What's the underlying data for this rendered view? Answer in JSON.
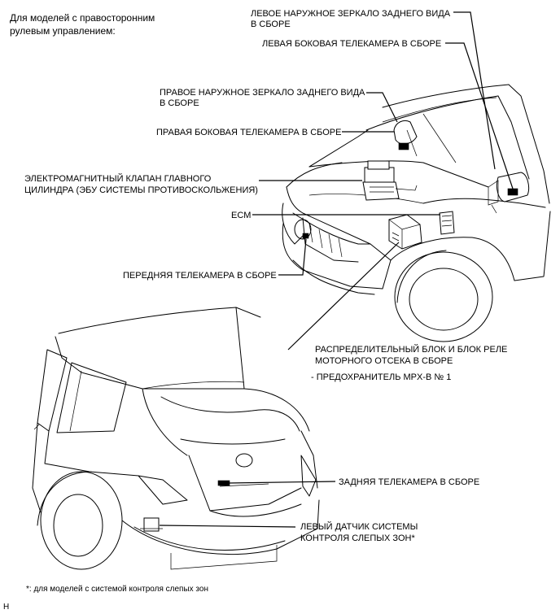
{
  "note": {
    "line1": "Для моделей с правосторонним",
    "line2": "рулевым управлением:"
  },
  "labels": {
    "left_mirror_1": "ЛЕВОЕ НАРУЖНОЕ ЗЕРКАЛО ЗАДНЕГО ВИДА",
    "left_mirror_2": "В СБОРЕ",
    "left_camera": "ЛЕВАЯ БОКОВАЯ ТЕЛЕКАМЕРА В СБОРЕ",
    "right_mirror_1": "ПРАВОЕ НАРУЖНОЕ ЗЕРКАЛО ЗАДНЕГО ВИДА",
    "right_mirror_2": "В СБОРЕ",
    "right_camera": "ПРАВАЯ БОКОВАЯ ТЕЛЕКАМЕРА В СБОРЕ",
    "valve_1": "ЭЛЕКТРОМАГНИТНЫЙ КЛАПАН ГЛАВНОГО",
    "valve_2": "ЦИЛИНДРА (ЭБУ СИСТЕМЫ ПРОТИВОСКОЛЬЖЕНИЯ)",
    "ecm": "ECM",
    "front_camera": "ПЕРЕДНЯЯ ТЕЛЕКАМЕРА В СБОРЕ",
    "relay_1": "РАСПРЕДЕЛИТЕЛЬНЫЙ БЛОК И БЛОК РЕЛЕ",
    "relay_2": "МОТОРНОГО ОТСЕКА В СБОРЕ",
    "fuse": "- ПРЕДОХРАНИТЕЛЬ MPX-B № 1",
    "rear_camera": "ЗАДНЯЯ ТЕЛЕКАМЕРА В СБОРЕ",
    "blind_spot_1": "ЛЕВЫЙ ДАТЧИК СИСТЕМЫ",
    "blind_spot_2": "КОНТРОЛЯ СЛЕПЫХ ЗОН*"
  },
  "footnote": "*: для моделей с системой контроля слепых зон",
  "figure_code": "H"
}
